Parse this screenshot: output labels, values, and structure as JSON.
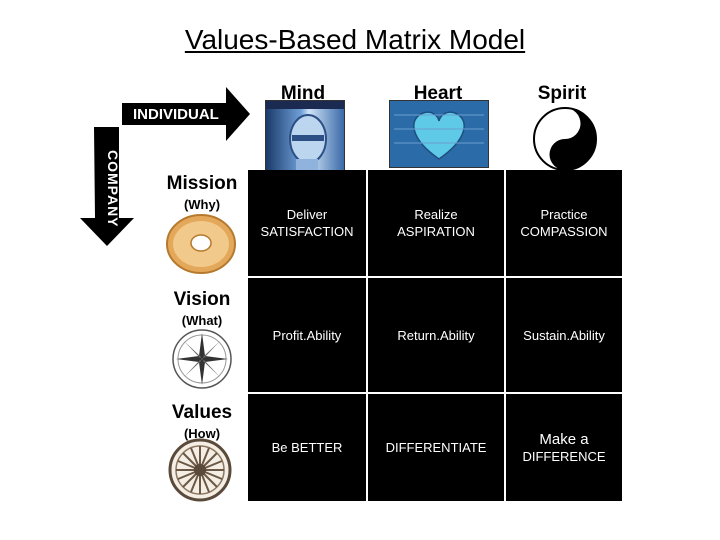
{
  "title": "Values-Based Matrix Model",
  "axes": {
    "individual": "INDIVIDUAL",
    "company": "COMPANY"
  },
  "columns": [
    {
      "label": "Mind"
    },
    {
      "label": "Heart"
    },
    {
      "label": "Spirit"
    }
  ],
  "rows": [
    {
      "label": "Mission",
      "sub": "(Why)"
    },
    {
      "label": "Vision",
      "sub": "(What)"
    },
    {
      "label": "Values",
      "sub": "(How)"
    }
  ],
  "cells": [
    [
      {
        "line1": "Deliver",
        "line2": "SATISFACTION"
      },
      {
        "line1": "Realize",
        "line2": "ASPIRATION"
      },
      {
        "line1": "Practice",
        "line2": "COMPASSION"
      }
    ],
    [
      {
        "line1": "",
        "line2": "Profit.Ability"
      },
      {
        "line1": "",
        "line2": "Return.Ability"
      },
      {
        "line1": "",
        "line2": "Sustain.Ability"
      }
    ],
    [
      {
        "line1": "",
        "line2": "Be BETTER"
      },
      {
        "line1": "",
        "line2": "DIFFERENTIATE"
      },
      {
        "line1": "Make a",
        "line2": "DIFFERENCE"
      }
    ]
  ]
}
